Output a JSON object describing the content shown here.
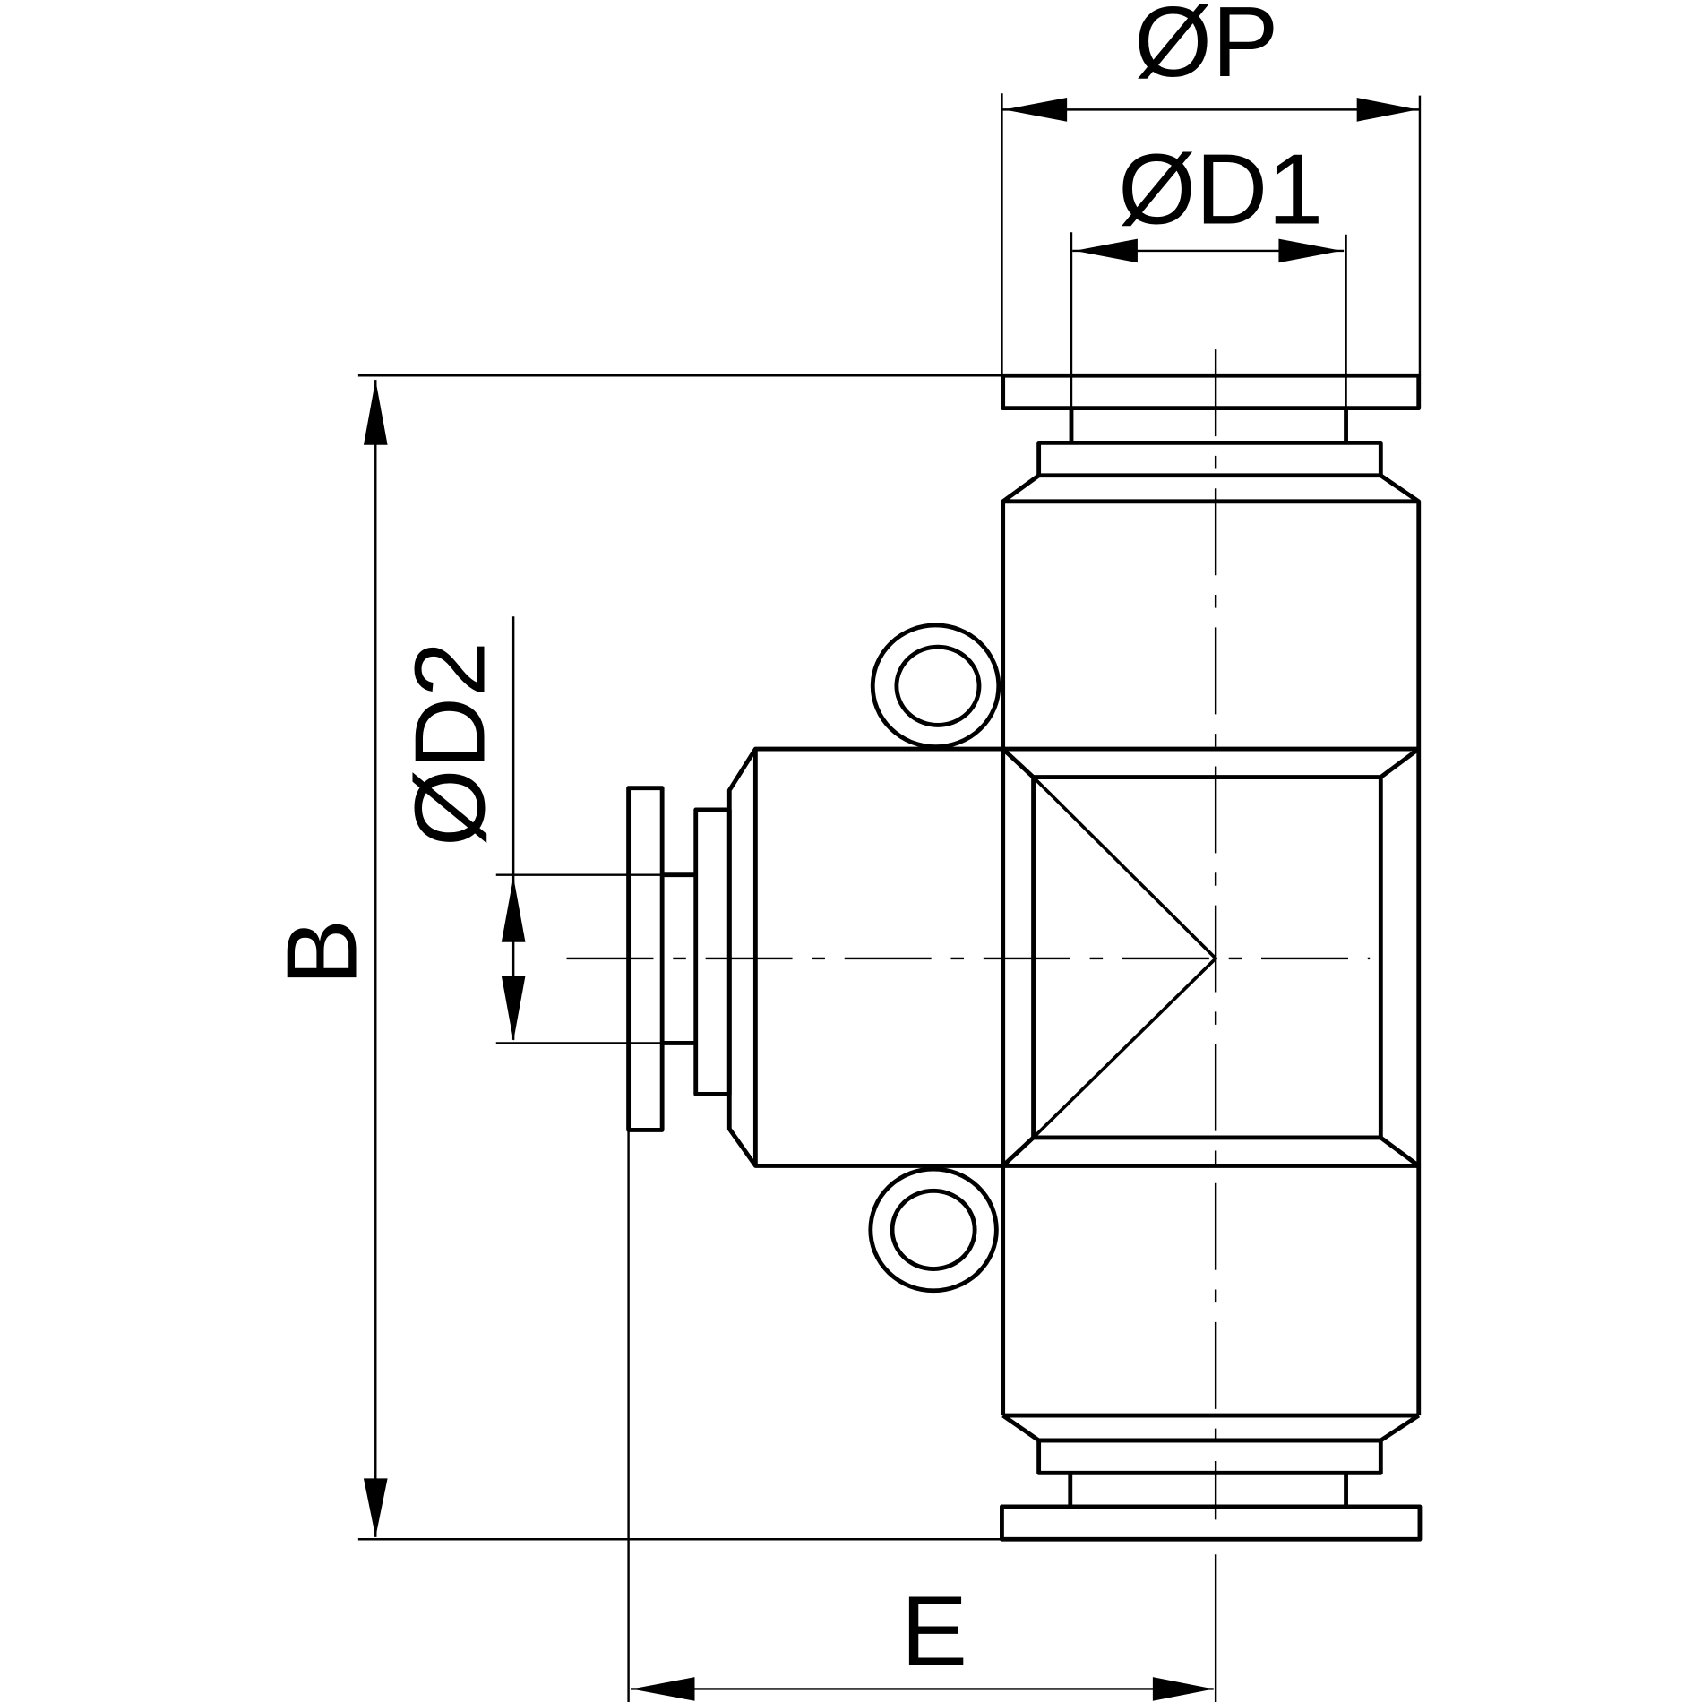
{
  "drawing": {
    "labels": {
      "p": "ØP",
      "d1": "ØD1",
      "d2": "ØD2",
      "b": "B",
      "e": "E"
    },
    "colors": {
      "line": "#000000",
      "background": "#ffffff"
    }
  }
}
